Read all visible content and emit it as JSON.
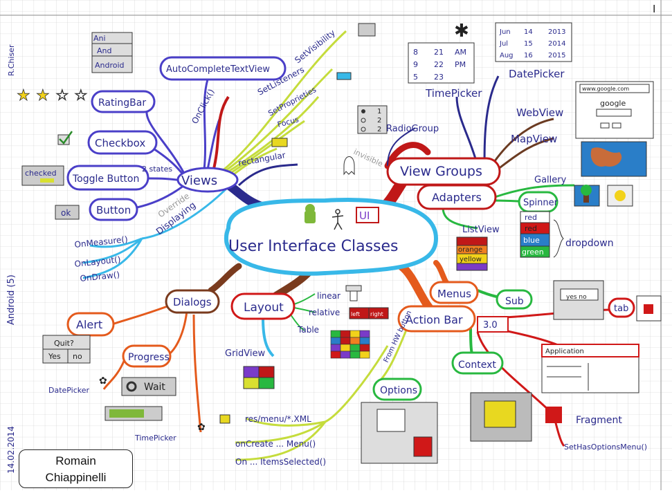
{
  "author": {
    "first": "Romain",
    "last": "Chiappinelli"
  },
  "margin_notes": {
    "top": "R.Chiser",
    "middle": "Android (5)",
    "bottom": "14.02.2014"
  },
  "center": {
    "title": "User Interface Classes",
    "badge": "UI"
  },
  "views": {
    "title": "Views",
    "autocomplete": "AutoCompleteTextView",
    "autocomplete_items": [
      "Ani",
      "And",
      "Android"
    ],
    "rating": "RatingBar",
    "checkbox": "Checkbox",
    "toggle": "Toggle Button",
    "toggle_note": "2 states",
    "toggle_sample": "checked",
    "button": "Button",
    "button_sample": "ok",
    "onclick": "OnClick()",
    "rectangular": "rectangular",
    "override": "Override",
    "displaying": "Displaying",
    "methods": [
      "OnMeasure()",
      "OnLayout()",
      "OnDraw()"
    ],
    "props": [
      "SetVisibility",
      "SetListeners",
      "SetProprieties",
      "Focus"
    ]
  },
  "viewgroups": {
    "title": "View Groups",
    "invisible": "invisible",
    "radio": "RadioGroup",
    "radio_values": [
      "1",
      "2",
      "2"
    ],
    "timepicker": "TimePicker",
    "time_grid": [
      "8",
      "21",
      "AM",
      "9",
      "22",
      "PM",
      "5",
      "23",
      ""
    ],
    "datepicker": "DatePicker",
    "date_grid": [
      "Jun",
      "14",
      "2013",
      "Jul",
      "15",
      "2014",
      "Aug",
      "16",
      "2015"
    ],
    "webview": "WebView",
    "url": "www.google.com",
    "google": "google",
    "mapview": "MapView"
  },
  "adapters": {
    "title": "Adapters",
    "gallery": "Gallery",
    "spinner": "Spinner",
    "listview": "ListView",
    "list_items": [
      "orange",
      "yellow"
    ],
    "dropdown": "dropdown",
    "dropdown_items": [
      "red",
      "red",
      "blue",
      "green"
    ]
  },
  "menus": {
    "title": "Menus",
    "sub": "Sub",
    "context": "Context"
  },
  "actionbar": {
    "title": "Action Bar",
    "version": "3.0",
    "tab": "tab",
    "tab_sample": "yes no",
    "from_hw": "From HW button",
    "app_label": "Application",
    "options": "Options",
    "fragment": "Fragment",
    "sethas": "SetHasOptionsMenu()",
    "res": "res/menu/*.XML",
    "oncreate": "onCreate ... Menu()",
    "onselected": "On ... ItemsSelected()"
  },
  "layout": {
    "title": "Layout",
    "linear": "linear",
    "relative": "relative",
    "rel_left": "left",
    "rel_right": "right",
    "table": "Table",
    "gridview": "GridView"
  },
  "dialogs": {
    "title": "Dialogs",
    "alert": "Alert",
    "quit": "Quit?",
    "yes": "Yes",
    "no": "no",
    "progress": "Progress",
    "datepicker": "DatePicker",
    "wait": "Wait",
    "timepicker": "TimePicker"
  }
}
